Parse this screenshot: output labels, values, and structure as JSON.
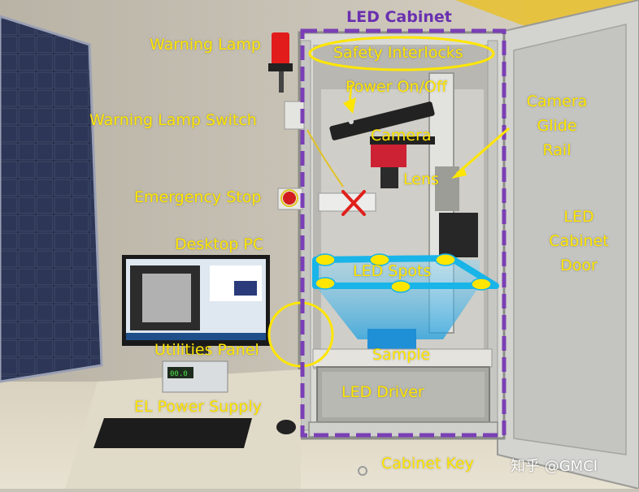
{
  "labels": {
    "led_cabinet": "LED Cabinet",
    "warning_lamp": "Warning Lamp",
    "safety_interlocks": "Safety Interlocks",
    "power_on_off": "Power On/Off",
    "camera": "Camera",
    "camera_glide_rail": [
      "Camera",
      "Glide",
      "Rail"
    ],
    "warning_lamp_switch": "Warning Lamp Switch",
    "lens": "Lens",
    "emergency_stop": "Emergency Stop",
    "led_cabinet_door": [
      "LED",
      "Cabinet",
      "Door"
    ],
    "desktop_pc": "Desktop PC",
    "led_spots": "LED Spots",
    "utilities_panel": "Utilities Panel",
    "sample": "Sample",
    "el_power_supply": "EL Power Supply",
    "led_driver": "LED Driver",
    "cabinet_key": "Cabinet Key"
  },
  "watermark": "知乎 @GMCI",
  "colors": {
    "label": "#ffe600",
    "highlight": "#ffe600",
    "cabinet_outline": "#7a3fb5",
    "led_spot_frame": "#19b4e8",
    "cross": "#e0201c"
  }
}
